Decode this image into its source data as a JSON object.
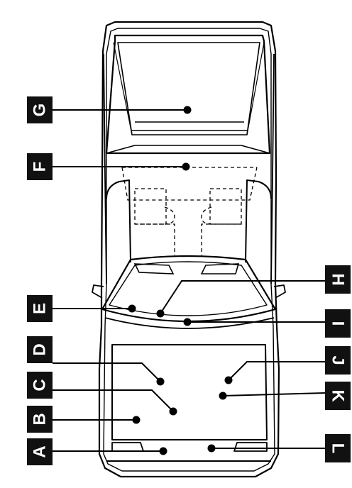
{
  "callouts": {
    "left": [
      {
        "id": "g",
        "label": "G"
      },
      {
        "id": "f",
        "label": "F"
      },
      {
        "id": "e",
        "label": "E"
      },
      {
        "id": "d",
        "label": "D"
      },
      {
        "id": "c",
        "label": "C"
      },
      {
        "id": "b",
        "label": "B"
      },
      {
        "id": "a",
        "label": "A"
      }
    ],
    "right": [
      {
        "id": "h",
        "label": "H"
      },
      {
        "id": "i",
        "label": "I"
      },
      {
        "id": "j",
        "label": "J"
      },
      {
        "id": "k",
        "label": "K"
      },
      {
        "id": "l",
        "label": "L"
      }
    ]
  },
  "colors": {
    "ink": "#000000",
    "tag_fill": "#111111",
    "background": "#ffffff"
  }
}
